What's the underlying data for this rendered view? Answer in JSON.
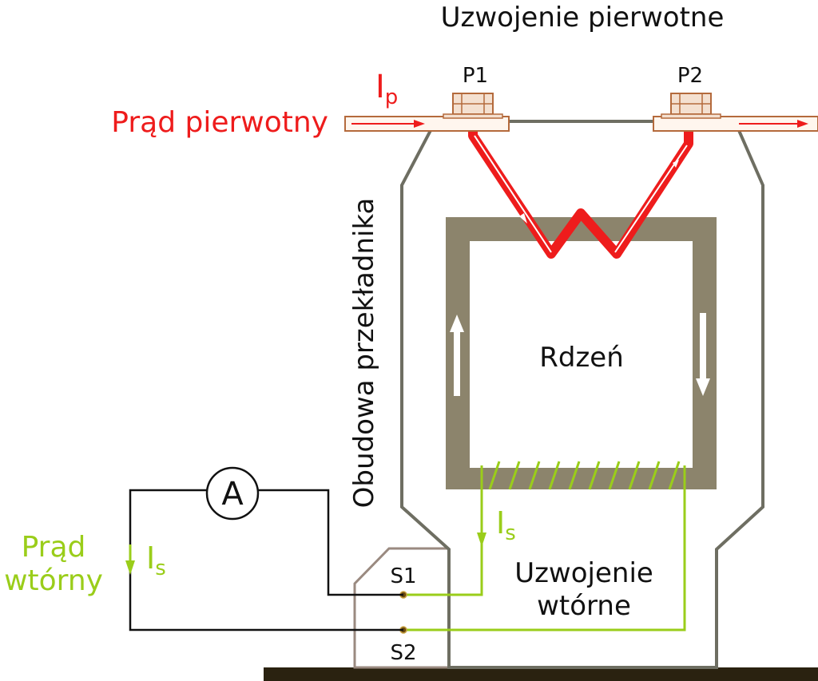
{
  "labels": {
    "primary_winding": "Uzwojenie pierwotne",
    "p1": "P1",
    "p2": "P2",
    "ip_main": "I",
    "ip_sub": "p",
    "primary_current": "Prąd pierwotny",
    "housing": "Obudowa przekładnika",
    "core": "Rdzeń",
    "ammeter": "A",
    "secondary_current_line1": "Prąd",
    "secondary_current_line2": "wtórny",
    "is_main": "I",
    "is_sub": "s",
    "s1": "S1",
    "s2": "S2",
    "secondary_winding_line1": "Uzwojenie",
    "secondary_winding_line2": "wtórne"
  },
  "colors": {
    "primary": "#ee1c1c",
    "secondary": "#9acd1a",
    "housing": "#6e6e62",
    "core": "#8c846c",
    "busbar": "#b46a3c",
    "base": "#2a2210",
    "text": "#111111"
  }
}
